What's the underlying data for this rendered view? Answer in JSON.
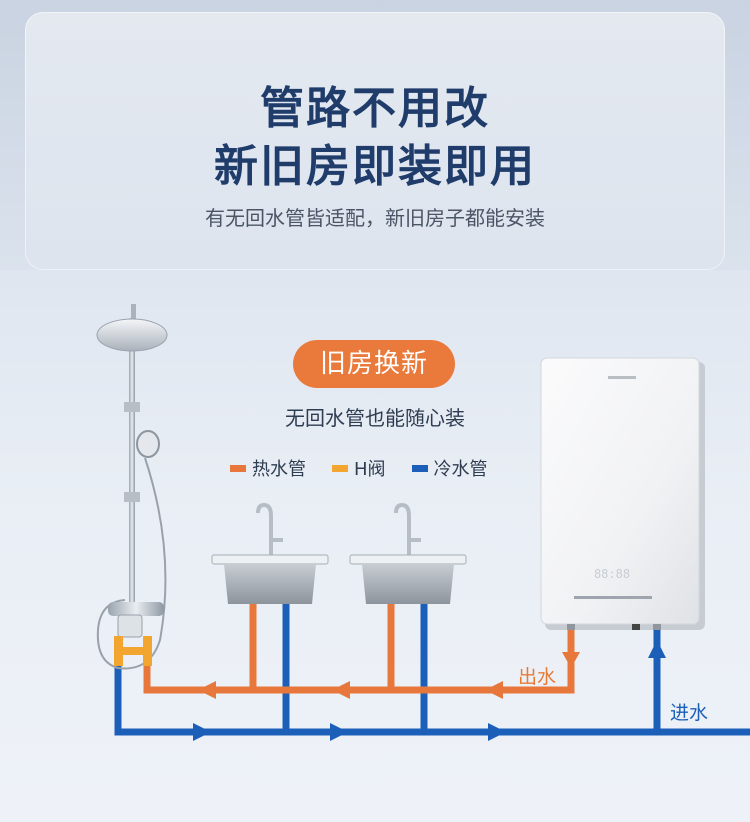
{
  "header": {
    "title_line1": "管路不用改",
    "title_line2": "新旧房即装即用",
    "subtitle": "有无回水管皆适配，新旧房子都能安装"
  },
  "feature": {
    "badge": "旧房换新",
    "caption": "无回水管也能随心装"
  },
  "legend": [
    {
      "label": "热水管",
      "color": "#e8773b"
    },
    {
      "label": "H阀",
      "color": "#f2a630"
    },
    {
      "label": "冷水管",
      "color": "#1c5fb8"
    }
  ],
  "diagram": {
    "outlet_label": "出水",
    "inlet_label": "进水",
    "heater_display": "88:88"
  },
  "colors": {
    "hot_pipe": "#e8773b",
    "cold_pipe": "#1c5fb8",
    "h_valve": "#f2a630",
    "title": "#1f3c6b",
    "badge": "#ea7a3b"
  }
}
